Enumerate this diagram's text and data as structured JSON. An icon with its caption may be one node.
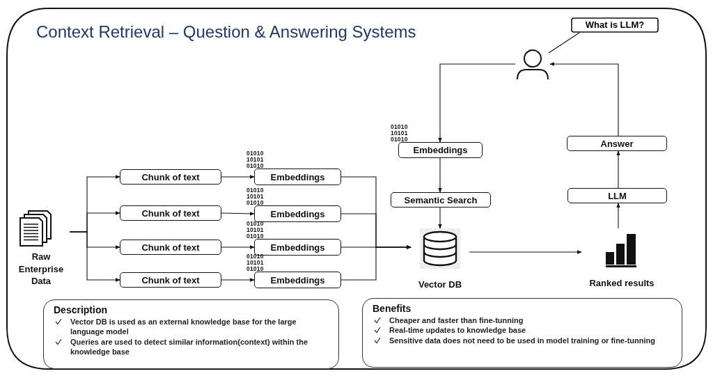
{
  "diagram": {
    "title": "Context Retrieval – Question & Answering Systems",
    "nodes": [
      {
        "text": [
          "Raw Enterprise Data"
        ]
      },
      {
        "text": [
          "Chunk of text"
        ]
      },
      {
        "text": [
          "Chunk of text"
        ]
      },
      {
        "text": [
          "Chunk of text"
        ]
      },
      {
        "text": [
          "Chunk of text"
        ]
      },
      {
        "text": [
          "Embeddings"
        ],
        "beside": [
          "01010 10101 01010"
        ]
      },
      {
        "text": [
          "Embeddings"
        ],
        "beside": [
          "01010 10101 01010"
        ]
      },
      {
        "text": [
          "Embeddings"
        ],
        "beside": [
          "01010 10101 01010"
        ]
      },
      {
        "text": [
          "Embeddings"
        ],
        "beside": [
          "01010 10101 01010"
        ]
      },
      {
        "text": [
          "Vector DB"
        ]
      },
      {
        "text": [
          "Ranked results"
        ]
      },
      {
        "text": [
          "LLM"
        ]
      },
      {
        "text": [
          "Answer"
        ]
      },
      {
        "text": [],
        "shape": "person"
      },
      {
        "text": [
          "What is LLM?"
        ]
      },
      {
        "text": [
          "Embeddings"
        ],
        "beside": [
          "01010 10101 01010"
        ]
      },
      {
        "text": [
          "Semantic Search"
        ]
      },
      {
        "text": [
          "Description",
          "Vector DB is used as an external knowledge base for the large language model",
          "Queries are used to detect similar information(context) within the knowledge base"
        ]
      },
      {
        "text": [
          "Benefits",
          "Cheaper and faster than fine-tunning",
          "Real-time updates to knowledge base",
          "Sensitive data does not need to be used in model training or fine-tunning"
        ]
      }
    ],
    "edges": [
      {
        "from": 0,
        "to": 1,
        "arrow": "to"
      },
      {
        "from": 0,
        "to": 2,
        "arrow": "to"
      },
      {
        "from": 0,
        "to": 3,
        "arrow": "to"
      },
      {
        "from": 0,
        "to": 4,
        "arrow": "to"
      },
      {
        "from": 1,
        "to": 5,
        "arrow": "to"
      },
      {
        "from": 2,
        "to": 6,
        "arrow": "to"
      },
      {
        "from": 3,
        "to": 7,
        "arrow": "to"
      },
      {
        "from": 4,
        "to": 8,
        "arrow": "to"
      },
      {
        "from": 5,
        "to": 9,
        "arrow": "to"
      },
      {
        "from": 6,
        "to": 9,
        "arrow": "to"
      },
      {
        "from": 7,
        "to": 9,
        "arrow": "to"
      },
      {
        "from": 8,
        "to": 9,
        "arrow": "to"
      },
      {
        "from": 9,
        "to": 10,
        "arrow": "to"
      },
      {
        "from": 10,
        "to": 11,
        "arrow": "to"
      },
      {
        "from": 11,
        "to": 12,
        "arrow": "to"
      },
      {
        "from": 12,
        "to": 13,
        "arrow": "to"
      },
      {
        "from": 13,
        "to": 15,
        "arrow": "to"
      },
      {
        "from": 15,
        "to": 16,
        "arrow": "to"
      },
      {
        "from": 16,
        "to": 9,
        "arrow": "to"
      },
      {
        "from": 14,
        "to": 13,
        "arrow": "none"
      }
    ]
  }
}
